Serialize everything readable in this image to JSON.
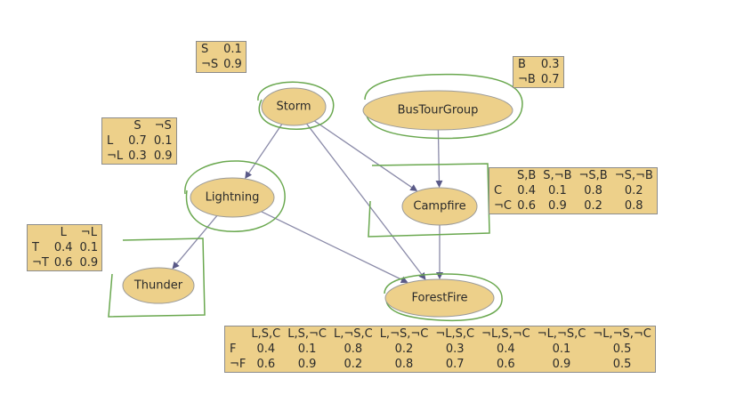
{
  "nodes": [
    {
      "id": "storm",
      "label": "Storm"
    },
    {
      "id": "bustour",
      "label": "BusTourGroup"
    },
    {
      "id": "lightning",
      "label": "Lightning"
    },
    {
      "id": "campfire",
      "label": "Campfire"
    },
    {
      "id": "thunder",
      "label": "Thunder"
    },
    {
      "id": "forestfire",
      "label": "ForestFire"
    }
  ],
  "edges": [
    {
      "from": "storm",
      "to": "lightning"
    },
    {
      "from": "storm",
      "to": "campfire"
    },
    {
      "from": "storm",
      "to": "forestfire"
    },
    {
      "from": "bustour",
      "to": "campfire"
    },
    {
      "from": "lightning",
      "to": "thunder"
    },
    {
      "from": "lightning",
      "to": "forestfire"
    },
    {
      "from": "campfire",
      "to": "forestfire"
    }
  ],
  "cpts": {
    "storm": {
      "headers": [],
      "rows": [
        [
          "S",
          "0.1"
        ],
        [
          "¬S",
          "0.9"
        ]
      ]
    },
    "bustour": {
      "headers": [],
      "rows": [
        [
          "B",
          "0.3"
        ],
        [
          "¬B",
          "0.7"
        ]
      ]
    },
    "lightning": {
      "headers": [
        "",
        "S",
        "¬S"
      ],
      "rows": [
        [
          "L",
          "0.7",
          "0.1"
        ],
        [
          "¬L",
          "0.3",
          "0.9"
        ]
      ]
    },
    "campfire": {
      "headers": [
        "",
        "S,B",
        "S,¬B",
        "¬S,B",
        "¬S,¬B"
      ],
      "rows": [
        [
          "C",
          "0.4",
          "0.1",
          "0.8",
          "0.2"
        ],
        [
          "¬C",
          "0.6",
          "0.9",
          "0.2",
          "0.8"
        ]
      ]
    },
    "thunder": {
      "headers": [
        "",
        "L",
        "¬L"
      ],
      "rows": [
        [
          "T",
          "0.4",
          "0.1"
        ],
        [
          "¬T",
          "0.6",
          "0.9"
        ]
      ]
    },
    "forestfire": {
      "headers": [
        "",
        "L,S,C",
        "L,S,¬C",
        "L,¬S,C",
        "L,¬S,¬C",
        "¬L,S,C",
        "¬L,S,¬C",
        "¬L,¬S,C",
        "¬L,¬S,¬C"
      ],
      "rows": [
        [
          "F",
          "0.4",
          "0.1",
          "0.8",
          "0.2",
          "0.3",
          "0.4",
          "0.1",
          "0.5"
        ],
        [
          "¬F",
          "0.6",
          "0.9",
          "0.2",
          "0.8",
          "0.7",
          "0.6",
          "0.9",
          "0.5"
        ]
      ]
    }
  },
  "colors": {
    "node_fill": "#edd08a",
    "edge": "#8a8aa8",
    "annotation": "#6aa84f"
  }
}
